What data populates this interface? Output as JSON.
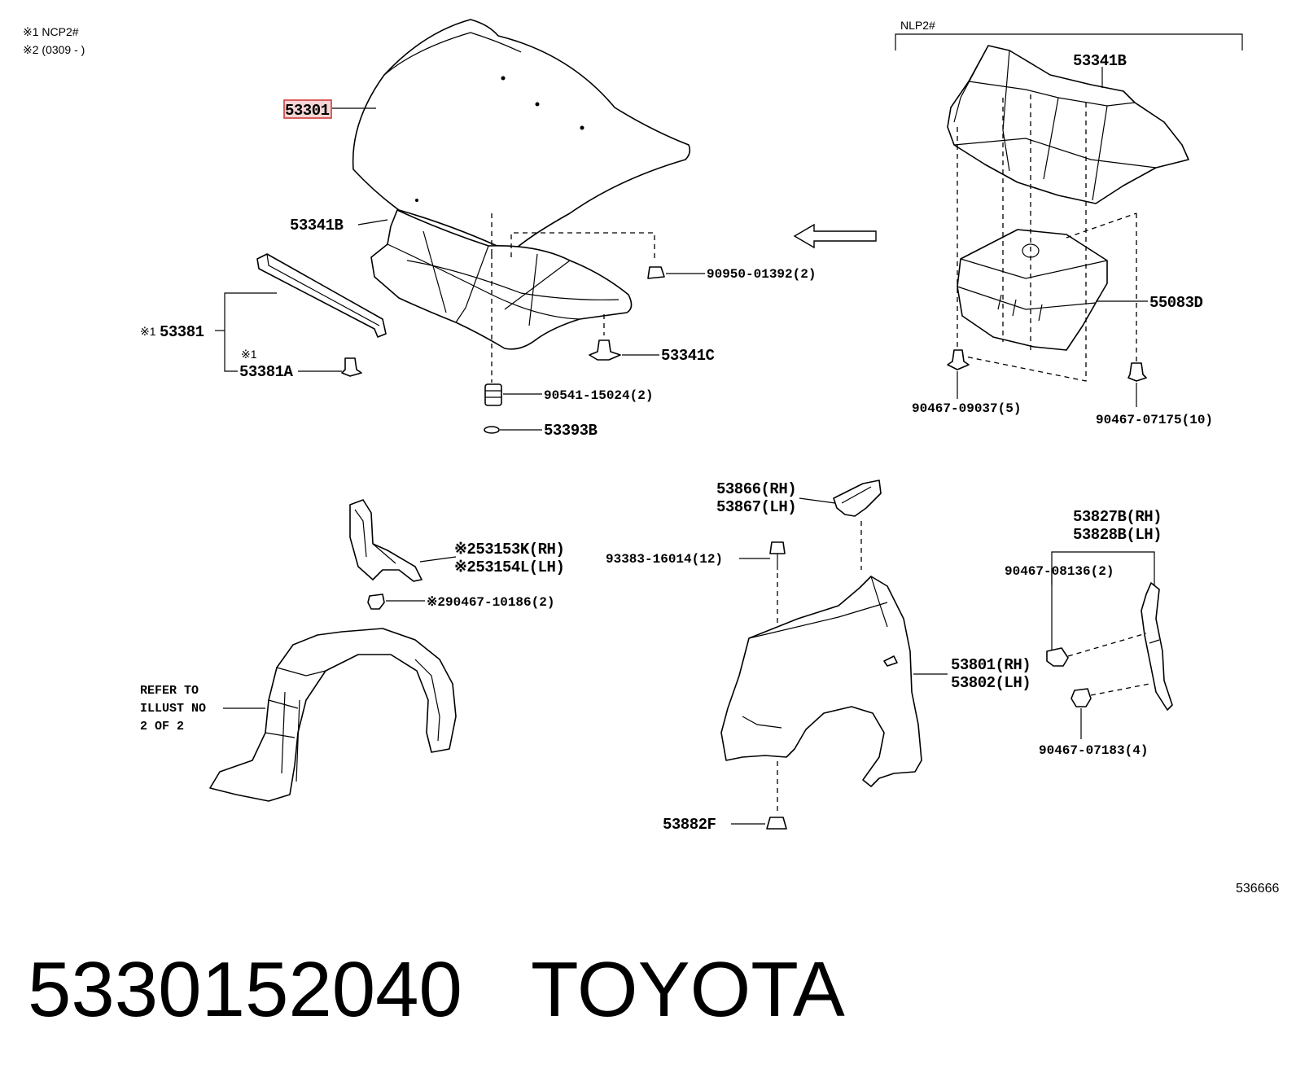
{
  "notes": {
    "note1": "※1  NCP2#",
    "note2": "※2 (0309 -     )"
  },
  "nlp_label": "NLP2#",
  "labels": {
    "hood": "53301",
    "hood_insulator": "53341B",
    "insulator_clip_screw": "90950-01392(2)",
    "seal_53381_mark": "※1",
    "seal_53381": "53381",
    "retainer_mark": "※1",
    "retainer_53381A": "53381A",
    "clip_53341C": "53341C",
    "cushion": "90541-15024(2)",
    "ring_53393B": "53393B",
    "nlp_insulator": "53341B",
    "under_cover": "55083D",
    "clip_09037": "90467-09037(5)",
    "clip_07175": "90467-07175(10)",
    "fender_ext_rh": "53866(RH)",
    "fender_ext_lh": "53867(LH)",
    "bolt_93383": "93383-16014(12)",
    "fender_rh": "53801(RH)",
    "fender_lh": "53802(LH)",
    "nut_53882F": "53882F",
    "seal_rh": "53827B(RH)",
    "seal_lh": "53828B(LH)",
    "clip_08136": "90467-08136(2)",
    "clip_07183": "90467-07183(4)",
    "bracket_rh": "※253153K(RH)",
    "bracket_lh": "※253154L(LH)",
    "clip_10186": "※290467-10186(2)",
    "refer_line1": "REFER TO",
    "refer_line2": "ILLUST NO",
    "refer_line3": "2 OF 2"
  },
  "image_id": "536666",
  "footer": {
    "part_number": "5330152040",
    "brand": "TOYOTA"
  },
  "colors": {
    "highlight_fill": "#f4d6d6",
    "highlight_stroke": "#d23a3a"
  }
}
